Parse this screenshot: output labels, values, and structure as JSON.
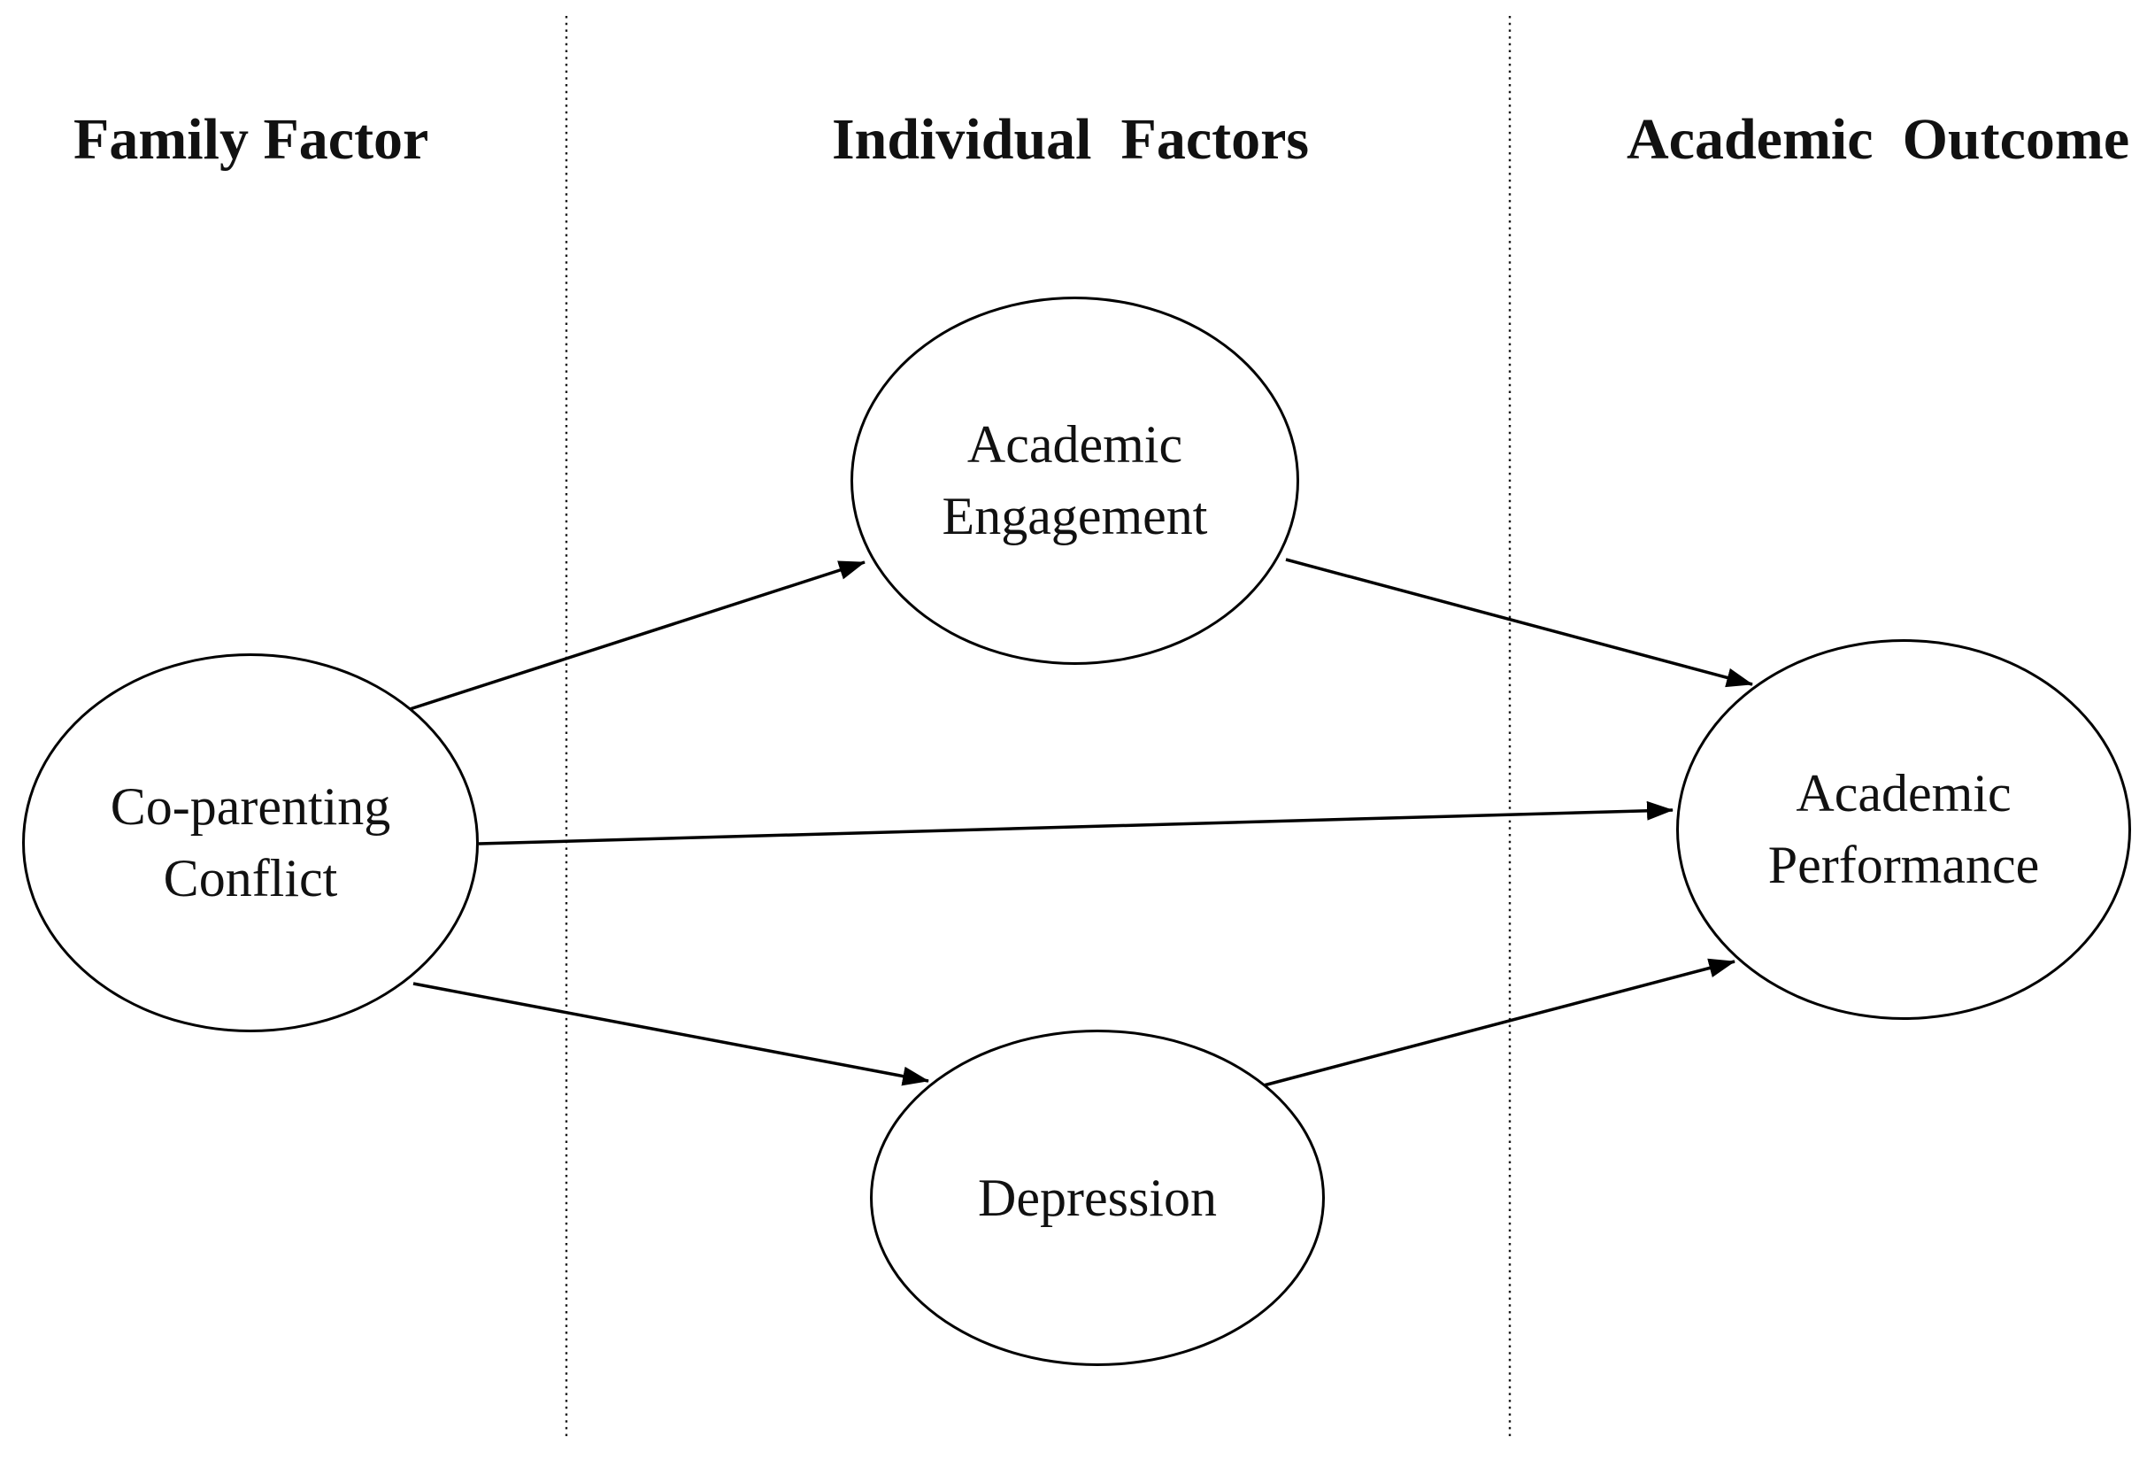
{
  "figure": {
    "type": "path-model-diagram",
    "background_color": "#ffffff",
    "stroke_color": "#000000",
    "text_color": "#111111"
  },
  "column_headers": [
    {
      "id": "family-factor",
      "label": "Family Factor"
    },
    {
      "id": "individual-factors",
      "label": "Individual  Factors"
    },
    {
      "id": "academic-outcome",
      "label": "Academic  Outcome"
    }
  ],
  "nodes": [
    {
      "id": "co-parenting-conflict",
      "shape": "ellipse",
      "lines": [
        "Co-parenting",
        "Conflict"
      ]
    },
    {
      "id": "academic-engagement",
      "shape": "ellipse",
      "lines": [
        "Academic",
        "Engagement"
      ]
    },
    {
      "id": "depression",
      "shape": "ellipse",
      "lines": [
        "Depression"
      ]
    },
    {
      "id": "academic-performance",
      "shape": "ellipse",
      "lines": [
        "Academic",
        "Performance"
      ]
    }
  ],
  "edges": [
    {
      "from": "co-parenting-conflict",
      "to": "academic-engagement",
      "style": "solid-arrow"
    },
    {
      "from": "co-parenting-conflict",
      "to": "academic-performance",
      "style": "solid-arrow"
    },
    {
      "from": "co-parenting-conflict",
      "to": "depression",
      "style": "solid-arrow"
    },
    {
      "from": "academic-engagement",
      "to": "academic-performance",
      "style": "solid-arrow"
    },
    {
      "from": "depression",
      "to": "academic-performance",
      "style": "solid-arrow"
    }
  ],
  "dividers": [
    {
      "id": "divider-family-individual",
      "style": "dotted-vertical"
    },
    {
      "id": "divider-individual-outcome",
      "style": "dotted-vertical"
    }
  ]
}
